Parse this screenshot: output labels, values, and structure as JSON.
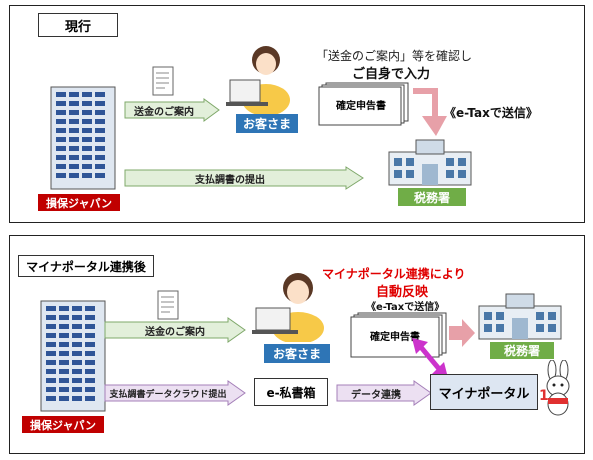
{
  "top": {
    "tag": "現行",
    "company_label": "損保ジャパン",
    "arrow_notice": "送金のご案内",
    "arrow_payment": "支払調書の提出",
    "customer_label": "お客さま",
    "confirm_line1": "「送金のご案内」等を確認し",
    "confirm_line2": "ご自身で入力",
    "doc_label": "確定申告書",
    "etax": "《e-Taxで送信》",
    "tax_office": "税務署"
  },
  "bottom": {
    "tag": "マイナポータル連携後",
    "company_label": "損保ジャパン",
    "arrow_notice": "送金のご案内",
    "arrow_payment": "支払調書データクラウド提出",
    "customer_label": "お客さま",
    "reflect_line1": "マイナポータル連携により",
    "reflect_line2": "自動反映",
    "etax": "《e-Taxで送信》",
    "doc_label": "確定申告書",
    "tax_office": "税務署",
    "eprivate": "e-私書箱",
    "data_link": "データ連携",
    "mynaportal": "マイナポータル"
  },
  "colors": {
    "arrow_fill": "#e2efda",
    "arrow_stroke": "#7fa86a",
    "red": "#c00000",
    "blue": "#2e75b6",
    "green": "#70ad47",
    "pink_arrow": "#e7a0a8",
    "magenta": "#cc33cc",
    "mynaportal_box": "#dde6f2"
  }
}
